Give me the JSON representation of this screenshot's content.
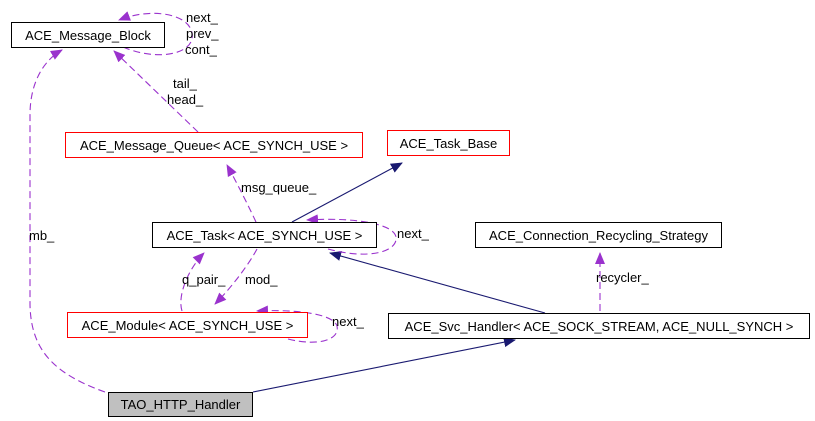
{
  "diagram": {
    "type": "class-collaboration-graph",
    "nodes": {
      "message_block": {
        "label": "ACE_Message_Block"
      },
      "message_queue": {
        "label": "ACE_Message_Queue< ACE_SYNCH_USE >"
      },
      "task_base": {
        "label": "ACE_Task_Base"
      },
      "task": {
        "label": "ACE_Task< ACE_SYNCH_USE >"
      },
      "recycling_strategy": {
        "label": "ACE_Connection_Recycling_Strategy"
      },
      "module": {
        "label": "ACE_Module< ACE_SYNCH_USE >"
      },
      "svc_handler": {
        "label": "ACE_Svc_Handler< ACE_SOCK_STREAM, ACE_NULL_SYNCH >"
      },
      "http_handler": {
        "label": "TAO_HTTP_Handler"
      }
    },
    "edge_labels": {
      "next_block": "next_",
      "prev_block": "prev_",
      "cont_block": "cont_",
      "tail": "tail_",
      "head": "head_",
      "msg_queue": "msg_queue_",
      "mb": "mb_",
      "next_task": "next_",
      "q_pair": "q_pair_",
      "mod": "mod_",
      "recycler": "recycler_",
      "next_module": "next_"
    },
    "colors": {
      "inheritance_edge": "#191970",
      "usage_edge": "#9a32cd",
      "documented_border": "#000000",
      "undocumented_border": "#ff0000",
      "current_node_fill": "#c0c0c0",
      "background": "#ffffff"
    }
  }
}
